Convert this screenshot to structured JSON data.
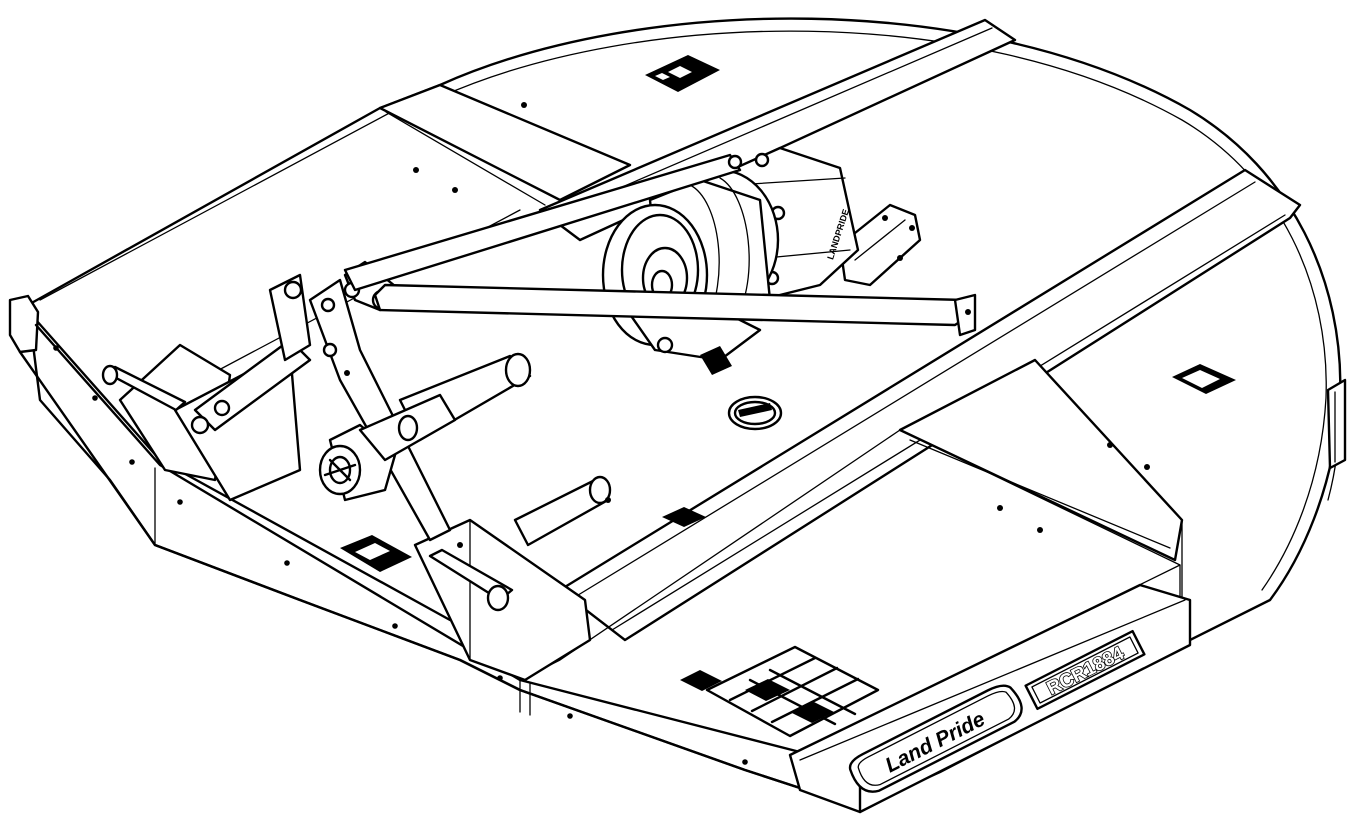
{
  "decals": {
    "brand_label": "Land Pride",
    "model_label": "RCR1884",
    "gearbox_brand": "LANDPRIDE"
  },
  "colors": {
    "line": "#000000",
    "paper": "#ffffff"
  }
}
